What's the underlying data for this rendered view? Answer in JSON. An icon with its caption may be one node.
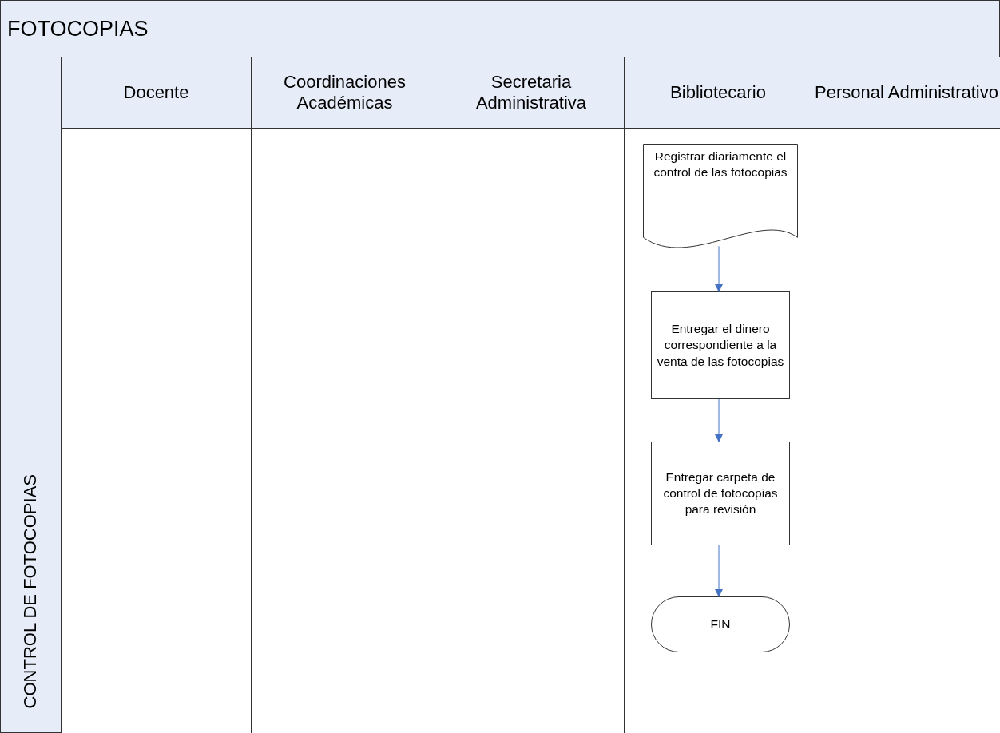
{
  "diagram": {
    "title": "FOTOCOPIAS",
    "nodes": [
      {
        "text": [
          "CONTROL DE FOTOCOPIAS"
        ]
      },
      {
        "text": [
          "Docente"
        ],
        "in": 0
      },
      {
        "text": [
          "Coordinaciones Académicas"
        ],
        "in": 0
      },
      {
        "text": [
          "Secretaria Administrativa"
        ],
        "in": 0
      },
      {
        "text": [
          "Bibliotecario"
        ],
        "in": 0
      },
      {
        "text": [
          "Personal Administrativo"
        ],
        "in": 0
      },
      {
        "text": [
          "Registrar diariamente el control de las fotocopias"
        ],
        "in": 4
      },
      {
        "text": [
          "Entregar el dinero correspondiente a la venta de las fotocopias"
        ],
        "in": 4
      },
      {
        "text": [
          "Entregar carpeta de control de fotocopias para revisión"
        ],
        "in": 4
      },
      {
        "text": [
          "FIN"
        ],
        "in": 4
      }
    ],
    "edges": [
      {
        "from": 6,
        "to": 7,
        "arrow": "to"
      },
      {
        "from": 7,
        "to": 8,
        "arrow": "to"
      },
      {
        "from": 8,
        "to": 9,
        "arrow": "to"
      }
    ]
  }
}
